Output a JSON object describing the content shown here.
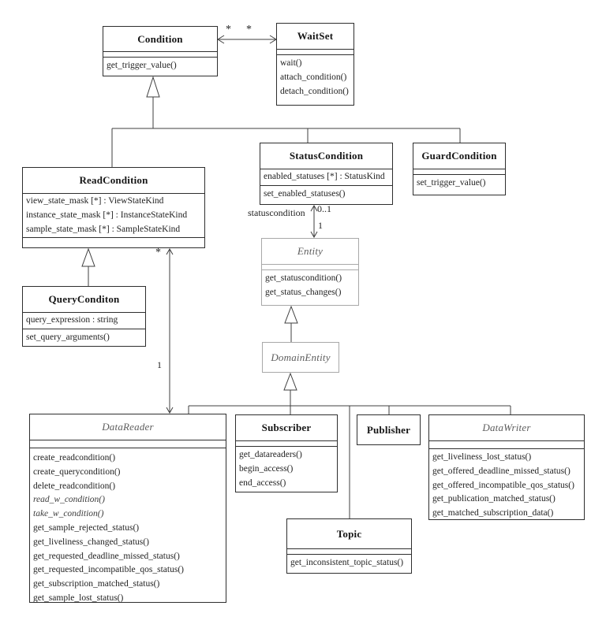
{
  "diagram": {
    "type": "uml-class-diagram",
    "colors": {
      "line": "#3f3f3f",
      "abstract_border": "#a8a8a8",
      "background": "#ffffff",
      "text": "#222222"
    }
  },
  "classes": {
    "condition": {
      "name": "Condition",
      "attributes": [],
      "methods": [
        "get_trigger_value()"
      ]
    },
    "waitset": {
      "name": "WaitSet",
      "attributes": [],
      "methods": [
        "wait()",
        "attach_condition()",
        "detach_condition()"
      ]
    },
    "statuscondition": {
      "name": "StatusCondition",
      "attributes": [
        "enabled_statuses [*] : StatusKind"
      ],
      "methods": [
        "set_enabled_statuses()"
      ]
    },
    "guardcondition": {
      "name": "GuardCondition",
      "attributes": [],
      "methods": [
        "set_trigger_value()"
      ]
    },
    "readcondition": {
      "name": "ReadCondition",
      "attributes": [
        "view_state_mask [*] : ViewStateKind",
        "instance_state_mask [*] : InstanceStateKind",
        "sample_state_mask [*] : SampleStateKind"
      ],
      "methods": []
    },
    "querycondition": {
      "name": "QueryConditon",
      "attributes": [
        "query_expression : string"
      ],
      "methods": [
        "set_query_arguments()"
      ]
    },
    "entity": {
      "name": "Entity",
      "abstract": true,
      "attributes": [],
      "methods": [
        "get_statuscondition()",
        "get_status_changes()"
      ]
    },
    "domainentity": {
      "name": "DomainEntity",
      "abstract": true,
      "attributes": [],
      "methods": []
    },
    "datareader": {
      "name": "DataReader",
      "abstract": true,
      "attributes": [],
      "methods": [
        "create_readcondition()",
        "create_querycondition()",
        "delete_readcondition()",
        {
          "text": "read_w_condition()",
          "italic": true
        },
        {
          "text": "take_w_condition()",
          "italic": true
        },
        "get_sample_rejected_status()",
        "get_liveliness_changed_status()",
        "get_requested_deadline_missed_status()",
        "get_requested_incompatible_qos_status()",
        "get_subscription_matched_status()",
        "get_sample_lost_status()"
      ]
    },
    "subscriber": {
      "name": "Subscriber",
      "attributes": [],
      "methods": [
        "get_datareaders()",
        "begin_access()",
        "end_access()"
      ]
    },
    "publisher": {
      "name": "Publisher",
      "attributes": [],
      "methods": []
    },
    "datawriter": {
      "name": "DataWriter",
      "abstract": true,
      "attributes": [],
      "methods": [
        "get_liveliness_lost_status()",
        "get_offered_deadline_missed_status()",
        "get_offered_incompatible_qos_status()",
        "get_publication_matched_status()",
        "get_matched_subscription_data()"
      ]
    },
    "topic": {
      "name": "Topic",
      "attributes": [],
      "methods": [
        "get_inconsistent_topic_status()"
      ]
    }
  },
  "associations": {
    "condition_waitset": {
      "left_multiplicity": "*",
      "right_multiplicity": "*"
    },
    "readcondition_datareader": {
      "top_multiplicity": "*",
      "bottom_multiplicity": "1"
    },
    "statuscondition_entity": {
      "label": "statuscondition",
      "top_multiplicity": "0..1",
      "bottom_multiplicity": "1"
    }
  }
}
